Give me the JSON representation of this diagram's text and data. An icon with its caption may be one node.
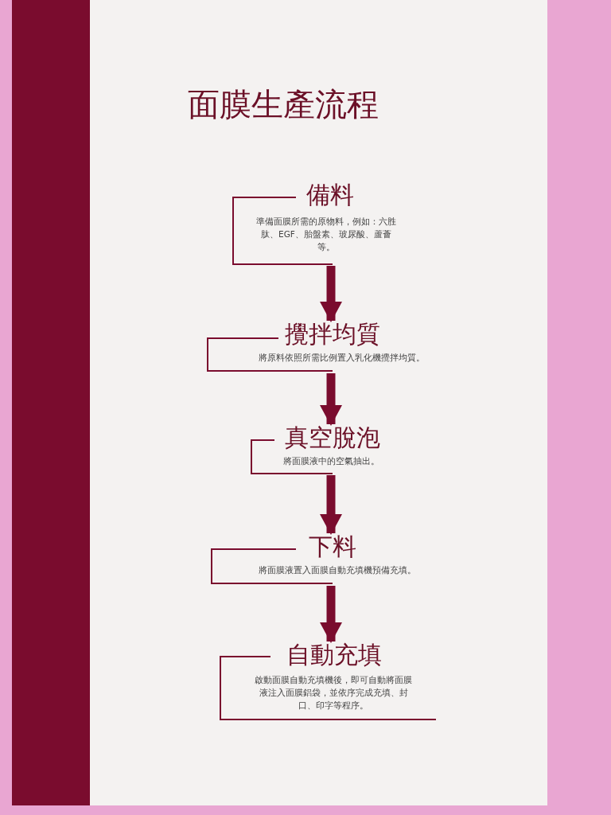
{
  "diagram": {
    "title": "面膜生產流程",
    "nodes": [
      {
        "text": [
          "備料",
          "準備面膜所需的原物料，例如：六胜肽、EGF、胎盤素、玻尿酸、蘆薈等。"
        ]
      },
      {
        "text": [
          "攪拌均質",
          "將原料依照所需比例置入乳化機攪拌均質。"
        ]
      },
      {
        "text": [
          "真空脫泡",
          "將面膜液中的空氣抽出。"
        ]
      },
      {
        "text": [
          "下料",
          "將面膜液置入面膜自動充填機預備充填。"
        ]
      },
      {
        "text": [
          "自動充填",
          "啟動面膜自動充填機後，即可自動將面膜液注入面膜鋁袋，並依序完成充填、封口、印字等程序。"
        ]
      }
    ],
    "edges": [
      {
        "from": 0,
        "to": 1,
        "arrow": "to"
      },
      {
        "from": 1,
        "to": 2,
        "arrow": "to"
      },
      {
        "from": 2,
        "to": 3,
        "arrow": "to"
      },
      {
        "from": 3,
        "to": 4,
        "arrow": "to"
      }
    ]
  }
}
